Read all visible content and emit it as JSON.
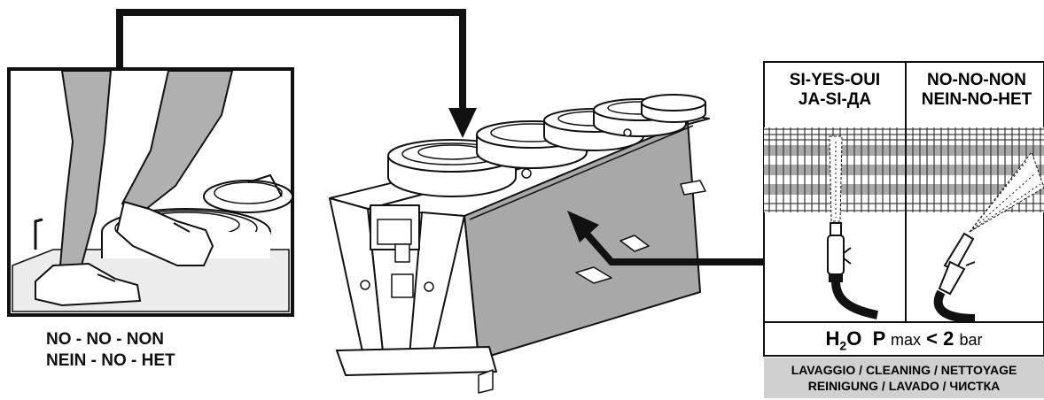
{
  "left_caption": {
    "line1": "NO - NO - NON",
    "line2": "NEIN - NO - НЕТ"
  },
  "panel": {
    "yes_line1": "SI-YES-OUI",
    "yes_line2": "JA-SI-ДА",
    "no_line1": "NO-NO-NON",
    "no_line2": "NEIN-NO-НЕТ",
    "formula_h": "H",
    "formula_sub": "2",
    "formula_o": "O",
    "formula_p": "P",
    "formula_max": "max",
    "formula_lt": "< 2",
    "formula_unit": "bar"
  },
  "footer": {
    "line1": "LAVAGGIO / CLEANING / NETTOYAGE",
    "line2": "REINIGUNG / LAVADO / ЧИСТКА"
  },
  "colors": {
    "coil_gray": "#a8a8a8",
    "footer_gray": "#d0d0d0",
    "stroke": "#111111"
  }
}
